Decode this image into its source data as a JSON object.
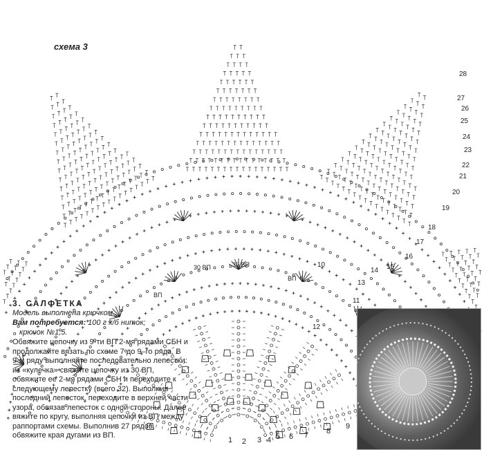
{
  "scheme_label": "схема 3",
  "doily": {
    "title": "3. САЛФЕТКА",
    "model_note": "Модель выполнена крючком.",
    "materials_label": "Вам потребуется:",
    "materials": " 100 г х/б ниток;",
    "hook": "крючок №1,5.",
    "instructions": "Обвяжите цепочку из 9-ти ВП 2-мя рядами СБН и продолжайте вязать по схеме 7 до 9–го ряда. В 9-м ряду выполняйте последовательно лепестки: из «кулечка» свяжите цепочку из 30 ВП, обвяжите ее 2-мя рядами СБН и переходите к следующему лепестку (всего 32). Выполнив последний лепесток, переходите в верхней части узора, обвязав лепесток с одной стороны. Далее вяжите по кругу, выполняя цепочки из ВП между раппортами схемы. Выполнив 27 рядов, обвяжите края дугами из ВП."
  },
  "labels": {
    "vp_left": "30 ВП",
    "vp_center": "30 ВП",
    "vp_right": "ВП",
    "vp_far_left": "ВП"
  },
  "row_numbers_right": [
    "28",
    "27",
    "26",
    "25",
    "24",
    "23",
    "22",
    "21",
    "20",
    "19",
    "18",
    "17",
    "16",
    "15",
    "14",
    "13",
    "12",
    "11",
    "10"
  ],
  "row_numbers_bottom": [
    "1",
    "2",
    "3",
    "4",
    "5",
    "6",
    "7",
    "8",
    "9"
  ],
  "photo": {
    "caption": ""
  }
}
